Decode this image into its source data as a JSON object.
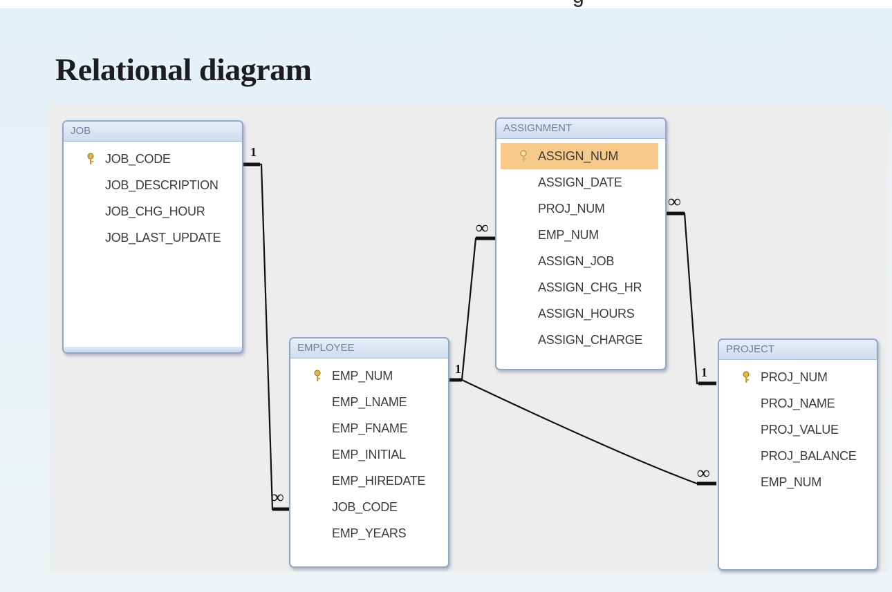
{
  "slide": {
    "top_fragment": "g",
    "title": "Relational diagram"
  },
  "colors": {
    "card_border": "#8fa8c8",
    "header_text": "#6d7f99",
    "field_text": "#3b3b3b",
    "highlight": "#f7c98a",
    "canvas": "#ededed",
    "line": "#111111"
  },
  "tables": [
    {
      "id": "job",
      "name": "JOB",
      "fields": [
        {
          "name": "JOB_CODE",
          "key": true
        },
        {
          "name": "JOB_DESCRIPTION",
          "key": false
        },
        {
          "name": "JOB_CHG_HOUR",
          "key": false
        },
        {
          "name": "JOB_LAST_UPDATE",
          "key": false
        }
      ]
    },
    {
      "id": "employee",
      "name": "EMPLOYEE",
      "fields": [
        {
          "name": "EMP_NUM",
          "key": true
        },
        {
          "name": "EMP_LNAME",
          "key": false
        },
        {
          "name": "EMP_FNAME",
          "key": false
        },
        {
          "name": "EMP_INITIAL",
          "key": false
        },
        {
          "name": "EMP_HIREDATE",
          "key": false
        },
        {
          "name": "JOB_CODE",
          "key": false
        },
        {
          "name": "EMP_YEARS",
          "key": false
        }
      ]
    },
    {
      "id": "assignment",
      "name": "ASSIGNMENT",
      "fields": [
        {
          "name": "ASSIGN_NUM",
          "key": true,
          "selected": true
        },
        {
          "name": "ASSIGN_DATE",
          "key": false
        },
        {
          "name": "PROJ_NUM",
          "key": false
        },
        {
          "name": "EMP_NUM",
          "key": false
        },
        {
          "name": "ASSIGN_JOB",
          "key": false
        },
        {
          "name": "ASSIGN_CHG_HR",
          "key": false
        },
        {
          "name": "ASSIGN_HOURS",
          "key": false
        },
        {
          "name": "ASSIGN_CHARGE",
          "key": false
        }
      ]
    },
    {
      "id": "project",
      "name": "PROJECT",
      "fields": [
        {
          "name": "PROJ_NUM",
          "key": true
        },
        {
          "name": "PROJ_NAME",
          "key": false
        },
        {
          "name": "PROJ_VALUE",
          "key": false
        },
        {
          "name": "PROJ_BALANCE",
          "key": false
        },
        {
          "name": "EMP_NUM",
          "key": false
        }
      ]
    }
  ],
  "relationships": [
    {
      "from": "job",
      "from_card": "1",
      "to": "employee",
      "to_card": "∞"
    },
    {
      "from": "employee",
      "from_card": "1",
      "to": "assignment",
      "to_card": "∞"
    },
    {
      "from": "project",
      "from_card": "1",
      "to": "assignment",
      "to_card": "∞"
    },
    {
      "from": "employee",
      "from_card": "1",
      "to": "project",
      "to_card": "∞"
    }
  ]
}
